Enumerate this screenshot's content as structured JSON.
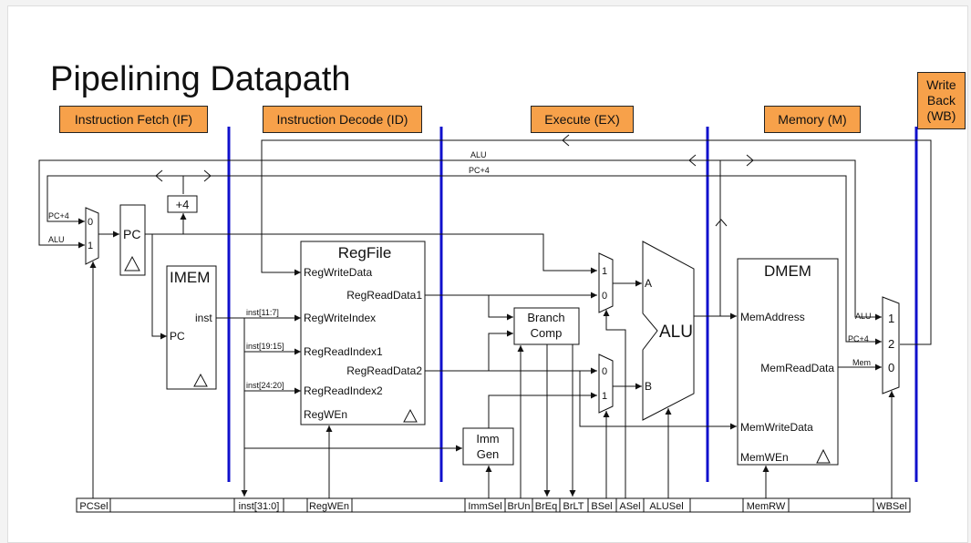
{
  "slide": {
    "title": "Pipelining Datapath"
  },
  "stages": [
    {
      "id": "if",
      "label": "Instruction Fetch (IF)"
    },
    {
      "id": "id",
      "label": "Instruction Decode (ID)"
    },
    {
      "id": "ex",
      "label": "Execute (EX)"
    },
    {
      "id": "mem",
      "label": "Memory (M)"
    },
    {
      "id": "wb",
      "label": "Write\nBack\n(WB)"
    }
  ],
  "wires": {
    "alu": "ALU",
    "pc4": "PC+4",
    "plus4": "+4"
  },
  "pc_mux": {
    "in0": "PC+4",
    "in1": "ALU",
    "sel0": "0",
    "sel1": "1"
  },
  "pc": {
    "label": "PC"
  },
  "imem": {
    "title": "IMEM",
    "port_inst": "inst",
    "port_pc": "PC"
  },
  "inst_fields": {
    "rd": "inst[11:7]",
    "rs1": "inst[19:15]",
    "rs2": "inst[24:20]"
  },
  "regfile": {
    "title": "RegFile",
    "ports": {
      "write_data": "RegWriteData",
      "write_index": "RegWriteIndex",
      "read_index1": "RegReadIndex1",
      "read_index2": "RegReadIndex2",
      "wen": "RegWEn",
      "read_data1": "RegReadData1",
      "read_data2": "RegReadData2"
    }
  },
  "branch_comp": {
    "line1": "Branch",
    "line2": "Comp"
  },
  "imm_gen": {
    "line1": "Imm",
    "line2": "Gen"
  },
  "a_mux": {
    "in1": "1",
    "in0": "0"
  },
  "b_mux": {
    "in0": "0",
    "in1": "1"
  },
  "alu": {
    "label": "ALU",
    "port_a": "A",
    "port_b": "B"
  },
  "dmem": {
    "title": "DMEM",
    "ports": {
      "address": "MemAddress",
      "read_data": "MemReadData",
      "write_data": "MemWriteData",
      "wen": "MemWEn"
    }
  },
  "wb_mux": {
    "in_alu": "ALU",
    "in_pc4": "PC+4",
    "in_mem": "Mem",
    "sel1": "1",
    "sel2": "2",
    "sel0": "0"
  },
  "control_bar": [
    "PCSel",
    "inst[31:0]",
    "RegWEn",
    "ImmSel",
    "BrUn",
    "BrEq",
    "BrLT",
    "BSel",
    "ASel",
    "ALUSel",
    "MemRW",
    "WBSel"
  ],
  "colors": {
    "stage_fill": "#f7a14a",
    "pipeline_bar": "#1010cc",
    "wire": "#111111"
  }
}
